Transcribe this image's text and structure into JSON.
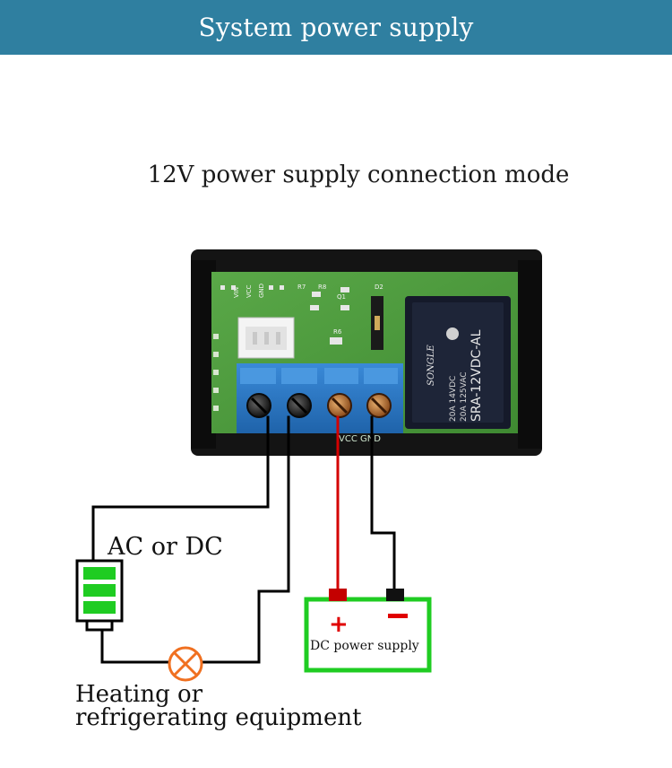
{
  "header": {
    "title": "System power supply"
  },
  "subtitle": "12V power supply connection mode",
  "board": {
    "pin_labels": [
      "VIN",
      "VCC",
      "GND"
    ],
    "relay_text": [
      "SRA-12VDC-AL",
      "20A 14VDC",
      "20A 125VAC"
    ],
    "relay_brand": "SONGLE",
    "terminal_labels": "VCC  GND",
    "component_labels": [
      "R7",
      "R8",
      "Q1",
      "D2",
      "R6"
    ]
  },
  "labels": {
    "ac_dc": "AC or DC",
    "load": "Heating or",
    "load2": "refrigerating equipment",
    "dc_supply": "DC power supply",
    "plus": "+"
  },
  "colors": {
    "header": "#2f7fa0",
    "battery_green": "#1fcc22",
    "wire_red": "#d40000",
    "lamp_orange": "#f07020",
    "terminal_blue": "#2b77c4",
    "pcb_green": "#4a9a3a"
  }
}
